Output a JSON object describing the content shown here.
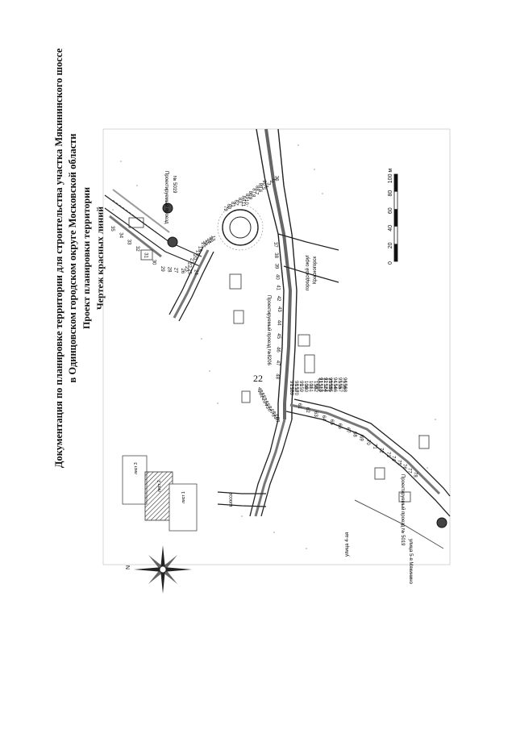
{
  "page_number": "22",
  "title": {
    "line1": "Документация по планировке территории для строительства участка Мякининского шоссе",
    "line2": "в Одинцовском городском округе Московской области",
    "line3": "Проект планировки территории",
    "line4": "Чертеж красных линий"
  },
  "scale_bar": {
    "ticks": [
      "0",
      "20",
      "40",
      "60",
      "80",
      "100 м"
    ]
  },
  "compass": {
    "north_label": "N"
  },
  "key_map": {
    "sheet_top": "лист 3",
    "sheet_mid": "лист 2",
    "sheet_bottom": "лист 1"
  },
  "map_labels": {
    "proj_road_top": "Проектируемый проезд",
    "proj_road_top_num": "№ 5019",
    "proj_road_mid": "Проектируемый проезд №8206",
    "proj_road_bottom": "Проектируемый проезд № 5019",
    "krasnogorsk_district": "Красногорск",
    "krasnogorsk_district2": "городской округ",
    "street_bottom": "улица 4-ая",
    "street_bottom2": "улица 5-я Мякинино",
    "highway": "шоссе"
  },
  "map_numbers": [
    "35",
    "34",
    "33",
    "32",
    "31",
    "30",
    "29",
    "28",
    "27",
    "26",
    "25",
    "24",
    "23",
    "22",
    "21",
    "20",
    "19",
    "18",
    "17",
    "16",
    "15",
    "14",
    "13",
    "12",
    "11",
    "10",
    "9",
    "8",
    "7",
    "6",
    "5",
    "4",
    "3",
    "2",
    "1",
    "36",
    "37",
    "38",
    "39",
    "40",
    "41",
    "42",
    "43",
    "44",
    "45",
    "46",
    "47",
    "48",
    "49",
    "50",
    "51",
    "52",
    "53",
    "54",
    "55",
    "56",
    "57",
    "58",
    "59",
    "60",
    "61",
    "62",
    "63",
    "64",
    "65",
    "66",
    "67",
    "68",
    "69",
    "70",
    "71",
    "72",
    "73",
    "74",
    "75",
    "76",
    "77",
    "78",
    "79",
    "80",
    "81",
    "82",
    "83",
    "84",
    "85",
    "86",
    "87",
    "88",
    "89",
    "90",
    "91",
    "92",
    "93",
    "94",
    "95",
    "96",
    "97",
    "98",
    "99",
    "100",
    "101",
    "150",
    "151",
    "152",
    "153",
    "154",
    "155",
    "156",
    "157",
    "158",
    "159",
    "160",
    "161",
    "162",
    "163",
    "164",
    "165",
    "166",
    "167",
    "168",
    "169",
    "170"
  ]
}
